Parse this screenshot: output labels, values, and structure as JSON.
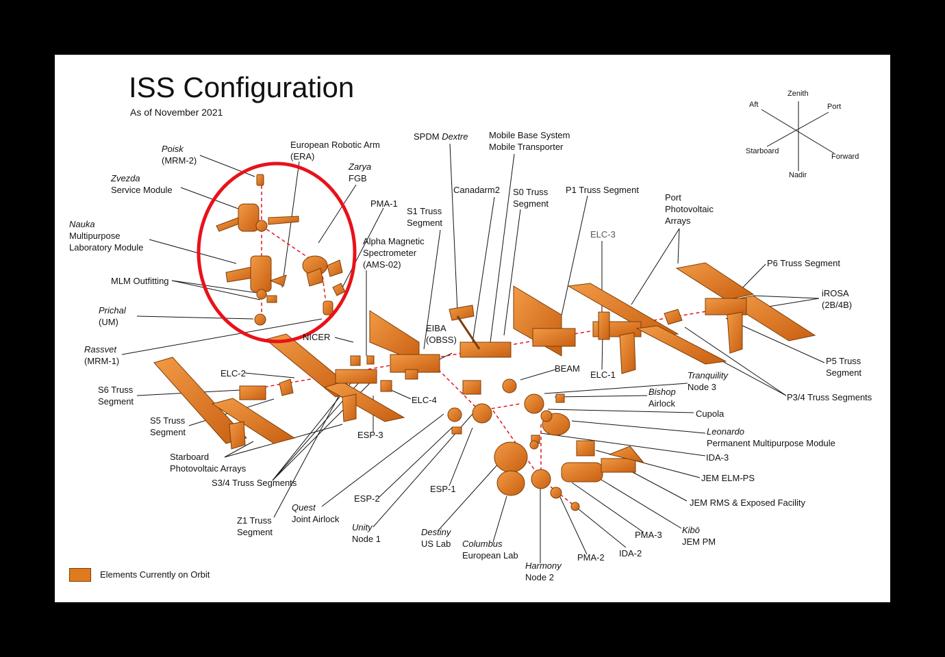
{
  "title": "ISS Configuration",
  "subtitle": "As of November 2021",
  "colors": {
    "module": "#e07a1f",
    "module_dark": "#8a4510",
    "highlight_circle": "#e8121a",
    "dashed_axis": "#e8121a",
    "background": "#ffffff",
    "frame": "#000000"
  },
  "orientation": {
    "zenith": "Zenith",
    "aft": "Aft",
    "port": "Port",
    "starboard": "Starboard",
    "forward": "Forward",
    "nadir": "Nadir"
  },
  "legend": {
    "label": "Elements Currently on Orbit"
  },
  "labels": {
    "poisk": {
      "name": "Poisk",
      "sub": "(MRM-2)"
    },
    "era": {
      "line1": "European Robotic Arm",
      "line2": "(ERA)"
    },
    "zvezda": {
      "name": "Zvezda",
      "sub": "Service Module"
    },
    "zarya": {
      "name": "Zarya",
      "sub": "FGB"
    },
    "pma1": "PMA-1",
    "nauka": {
      "name": "Nauka",
      "line2": "Multipurpose",
      "line3": "Laboratory Module"
    },
    "ams": {
      "line1": "Alpha Magnetic",
      "line2": "Spectrometer",
      "line3": "(AMS-02)"
    },
    "mlm_outfitting": "MLM Outfitting",
    "prichal": {
      "name": "Prichal",
      "sub": "(UM)"
    },
    "rassvet": {
      "name": "Rassvet",
      "sub": "(MRM-1)"
    },
    "spdm": {
      "prefix": "SPDM",
      "name": "Dextre"
    },
    "mbs": {
      "line1": "Mobile Base System",
      "line2": "Mobile Transporter"
    },
    "canadarm2": "Canadarm2",
    "s1": {
      "line1": "S1 Truss",
      "line2": "Segment"
    },
    "s0": {
      "line1": "S0 Truss",
      "line2": "Segment"
    },
    "p1": "P1 Truss Segment",
    "elc3": "ELC-3",
    "port_pv": {
      "line1": "Port",
      "line2": "Photovoltaic",
      "line3": "Arrays"
    },
    "p6": "P6 Truss Segment",
    "irosa": {
      "line1": "iROSA",
      "line2": "(2B/4B)"
    },
    "eiba": {
      "line1": "EIBA",
      "line2": "(OBSS)"
    },
    "nicer": "NICER",
    "elc2": "ELC-2",
    "s6": {
      "line1": "S6 Truss",
      "line2": "Segment"
    },
    "s5": {
      "line1": "S5 Truss",
      "line2": "Segment"
    },
    "elc4": "ELC-4",
    "beam": "BEAM",
    "elc1": "ELC-1",
    "tranquility": {
      "name": "Tranquility",
      "sub": "Node 3"
    },
    "p5": {
      "line1": "P5 Truss",
      "line2": "Segment"
    },
    "p34": "P3/4 Truss Segments",
    "bishop": {
      "name": "Bishop",
      "sub": "Airlock"
    },
    "cupola": "Cupola",
    "leonardo": {
      "name": "Leonardo",
      "sub": "Permanent Multipurpose Module"
    },
    "esp3": "ESP-3",
    "starboard_pv": {
      "line1": "Starboard",
      "line2": "Photovoltaic Arrays"
    },
    "s34": "S3/4 Truss Segments",
    "ida3": "IDA-3",
    "jem_elm": "JEM ELM-PS",
    "jem_rms": "JEM RMS & Exposed Facility",
    "z1": {
      "line1": "Z1 Truss",
      "line2": "Segment"
    },
    "quest": {
      "name": "Quest",
      "sub": "Joint Airlock"
    },
    "esp2": "ESP-2",
    "esp1": "ESP-1",
    "unity": {
      "name": "Unity",
      "sub": "Node 1"
    },
    "destiny": {
      "name": "Destiny",
      "sub": "US Lab"
    },
    "columbus": {
      "name": "Columbus",
      "sub": "European Lab"
    },
    "harmony": {
      "name": "Harmony",
      "sub": "Node 2"
    },
    "pma2": "PMA-2",
    "ida2": "IDA-2",
    "pma3": "PMA-3",
    "kibo": {
      "name": "Kibō",
      "sub": "JEM PM"
    }
  }
}
